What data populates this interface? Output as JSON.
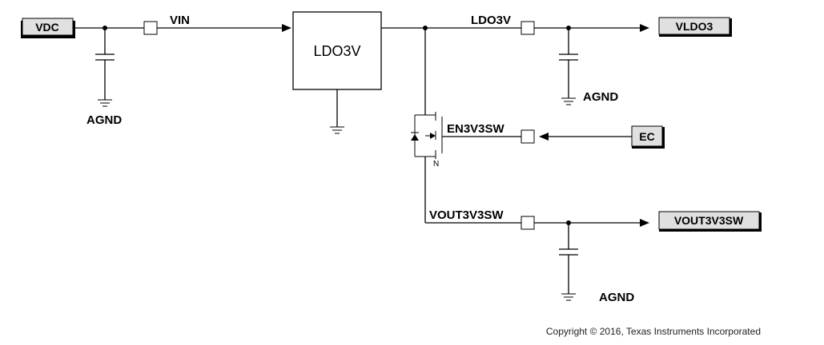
{
  "ports": {
    "vdc": "VDC",
    "vldo3": "VLDO3",
    "ec": "EC",
    "vout3v3sw": "VOUT3V3SW"
  },
  "nets": {
    "vin": "VIN",
    "ldo3v": "LDO3V",
    "en3v3sw": "EN3V3SW",
    "vout3v3sw": "VOUT3V3SW"
  },
  "ground_labels": {
    "left": "AGND",
    "right_top": "AGND",
    "right_bottom": "AGND"
  },
  "block": {
    "label": "LDO3V"
  },
  "mosfet": {
    "type_label": "N"
  },
  "footer": {
    "copyright": "Copyright © 2016, Texas Instruments Incorporated"
  }
}
